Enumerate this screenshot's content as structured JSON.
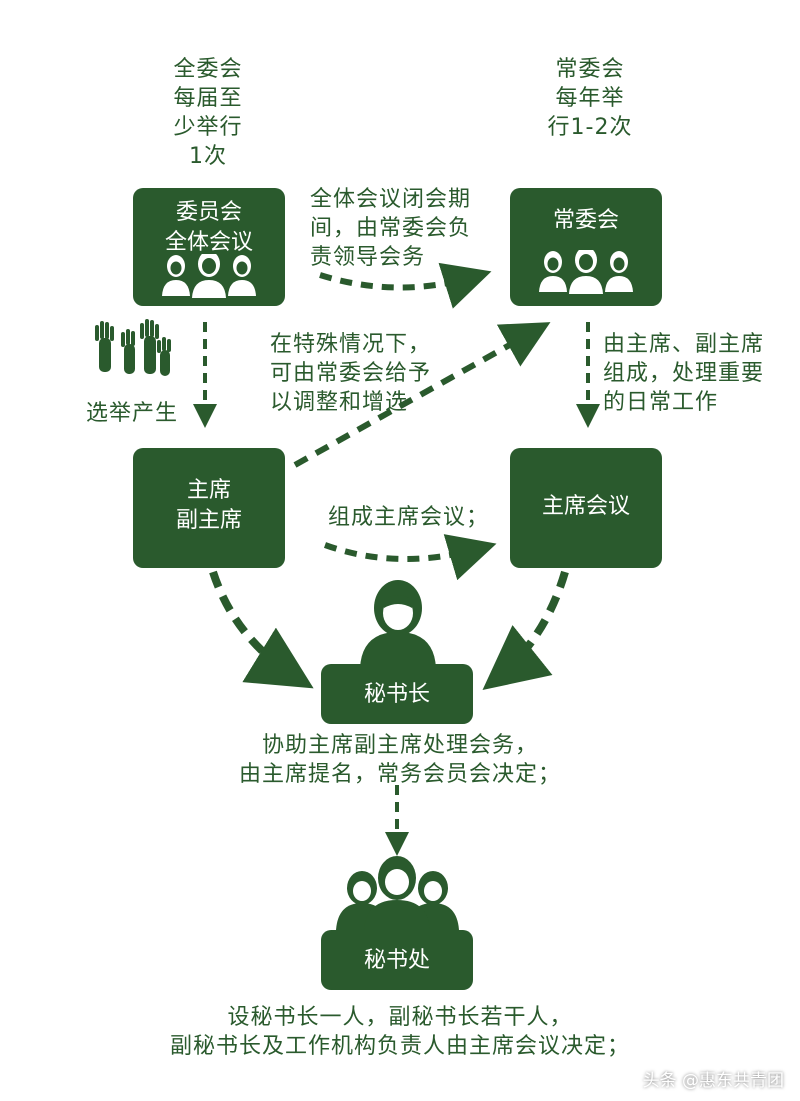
{
  "quanweihui_note": "全委会\n每届至\n少举行\n1次",
  "changweihui_note": "常委会\n每年举\n行1-2次",
  "plenary_box": "委员会\n全体会议",
  "standing_box": "常委会",
  "recess_note": "全体会议闭会期\n间，由常委会负\n责领导会务",
  "special_note": "在特殊情况下，\n可由常委会给予\n以调整和增选",
  "composition_note": "由主席、副主席\n组成，处理重要\n的日常工作",
  "election_label": "选举产生",
  "chair_box": "主席\n副主席",
  "chair_meeting_box": "主席会议",
  "form_meeting_note": "组成主席会议；",
  "secretary_general_box": "秘书长",
  "secretary_general_note": "协助主席副主席处理会务，\n由主席提名，常务会员会决定；",
  "secretariat_box": "秘书处",
  "secretariat_note": "设秘书长一人，副秘书长若干人，\n副秘书长及工作机构负责人由主席会议决定；",
  "watermark": "头条 @惠东共青团",
  "colors": {
    "box": "#2a5a2d",
    "text": "#2a5a2d",
    "arrow": "#2a5a2d"
  }
}
